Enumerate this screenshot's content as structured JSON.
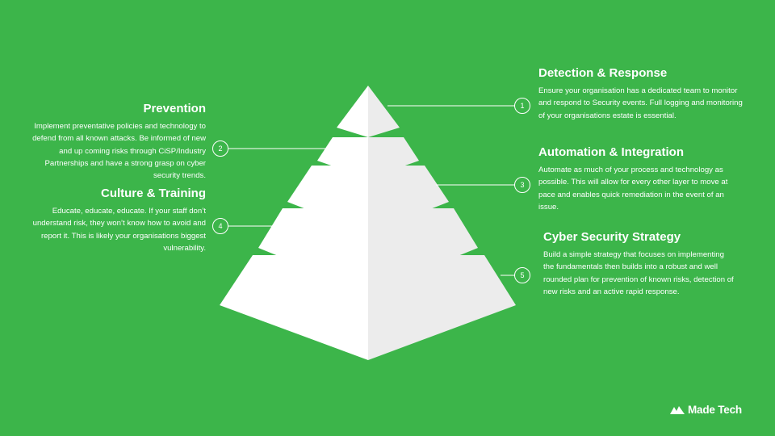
{
  "layers": [
    {
      "number": "1",
      "title": "Detection & Response",
      "body": "Ensure your organisation has a dedicated team to monitor  and respond to Security events. Full logging and monitoring of your organisations estate is essential."
    },
    {
      "number": "2",
      "title": "Prevention",
      "body": "Implement preventative policies and technology to defend from all known attacks. Be informed of new and up coming risks through CiSP/Industry Partnerships and have a strong grasp on cyber security trends."
    },
    {
      "number": "3",
      "title": "Automation & Integration",
      "body": "Automate as much of your process and technology as possible. This will allow for every other layer to move at pace and enables quick remediation in the event of an issue."
    },
    {
      "number": "4",
      "title": "Culture & Training",
      "body": "Educate, educate, educate. If your staff don’t understand risk, they won’t know how to avoid and report it. This is likely your organisations biggest vulnerability."
    },
    {
      "number": "5",
      "title": "Cyber Security Strategy",
      "body": "Build a simple strategy that focuses on implementing the fundamentals then builds into a robust and well rounded plan for prevention of known risks, detection of new risks and an active rapid response."
    }
  ],
  "brand": {
    "name": "Made Tech"
  },
  "colors": {
    "background": "#3cb54a",
    "pyramid_left": "#ffffff",
    "pyramid_right": "#ececec",
    "text": "#ffffff"
  }
}
